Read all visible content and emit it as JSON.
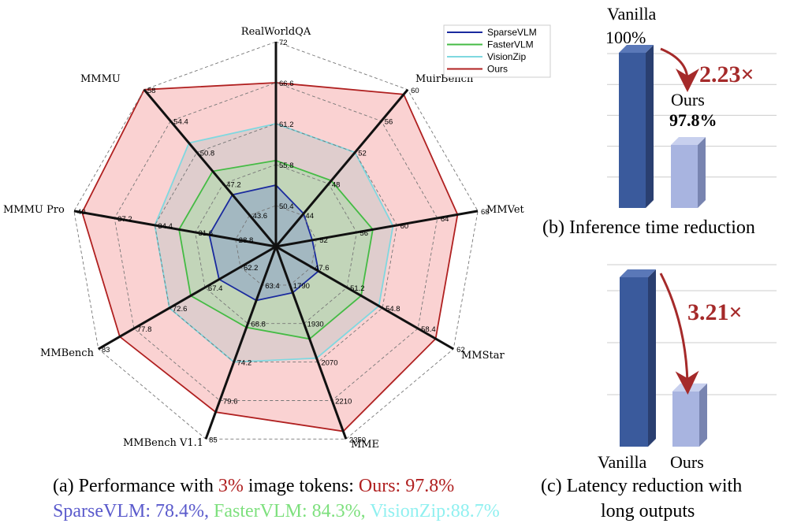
{
  "chart_data": [
    {
      "type": "radar",
      "axes": [
        "RealWorldQA",
        "MuirBench",
        "MMVet",
        "MMStar",
        "MME",
        "MMBench V1.1",
        "MMBench",
        "MMMU Pro",
        "MMMU"
      ],
      "tick_labels": [
        [
          "72",
          "66.6",
          "61.2",
          "55.8",
          "50.4"
        ],
        [
          "60",
          "56",
          "52",
          "48",
          "44"
        ],
        [
          "68",
          "64",
          "60",
          "56",
          "52"
        ],
        [
          "62",
          "58.4",
          "54.8",
          "51.2",
          "47.6"
        ],
        [
          "2350",
          "2210",
          "2070",
          "1930",
          "1790"
        ],
        [
          "85",
          "79.6",
          "74.2",
          "68.8",
          "63.4"
        ],
        [
          "83",
          "77.8",
          "72.6",
          "67.4",
          "62.2"
        ],
        [
          "40",
          "37.2",
          "34.4",
          "31.6",
          "28.8"
        ],
        [
          "58",
          "54.4",
          "50.8",
          "47.2",
          "43.6"
        ]
      ],
      "series": [
        {
          "name": "Ours",
          "color": "#b02020",
          "fill": "#f5a5a5",
          "levels": [
            0.8,
            0.97,
            0.9,
            0.9,
            0.96,
            0.86,
            0.88,
            0.96,
            1.0
          ]
        },
        {
          "name": "VisionZip",
          "color": "#7fd8e0",
          "fill": "#c8c8c8",
          "levels": [
            0.6,
            0.6,
            0.58,
            0.58,
            0.58,
            0.6,
            0.6,
            0.6,
            0.66
          ]
        },
        {
          "name": "FasterVLM",
          "color": "#44bb44",
          "fill": "#aaddaa",
          "levels": [
            0.42,
            0.42,
            0.48,
            0.48,
            0.48,
            0.42,
            0.48,
            0.48,
            0.48
          ]
        },
        {
          "name": "SparseVLM",
          "color": "#1a2a9e",
          "fill": "#8aa0c8",
          "levels": [
            0.3,
            0.21,
            0.18,
            0.24,
            0.24,
            0.28,
            0.32,
            0.33,
            0.33
          ]
        }
      ],
      "legend": [
        "SparseVLM",
        "FasterVLM",
        "VisionZip",
        "Ours"
      ],
      "legend_colors": [
        "#1a2a9e",
        "#44bb44",
        "#7fd8e0",
        "#b02020"
      ],
      "legend_position": "top-right"
    },
    {
      "type": "bar",
      "categories": [
        "Vanilla",
        "Ours"
      ],
      "values": [
        100,
        45
      ],
      "labels_top": [
        "Vanilla",
        "Ours"
      ],
      "value_labels": [
        "100%",
        "97.8%"
      ],
      "multiplier": "2.23×"
    },
    {
      "type": "bar",
      "categories": [
        "Vanilla",
        "Ours"
      ],
      "values": [
        100,
        31
      ],
      "multiplier": "3.21×"
    }
  ],
  "captions": {
    "a_line1_prefix": "(a) Performance with ",
    "a_line1_pct": "3%",
    "a_line1_mid": " image tokens: ",
    "a_line1_ours": "Ours: 97.8%",
    "a_line2_sparse": "SparseVLM: 78.4%,",
    "a_line2_faster": "FasterVLM: 84.3%,",
    "a_line2_vision": "VisionZip:88.7%",
    "b": "(b) Inference time reduction",
    "c_line1": "(c) Latency reduction with",
    "c_line2": "long outputs"
  },
  "colors": {
    "ours": "#b02020",
    "sparse": "#5a5acc",
    "faster": "#7ee07e",
    "vision": "#90f0f0",
    "bar_vanilla": "#3a5a9c",
    "bar_ours": "#a8b4e0"
  }
}
